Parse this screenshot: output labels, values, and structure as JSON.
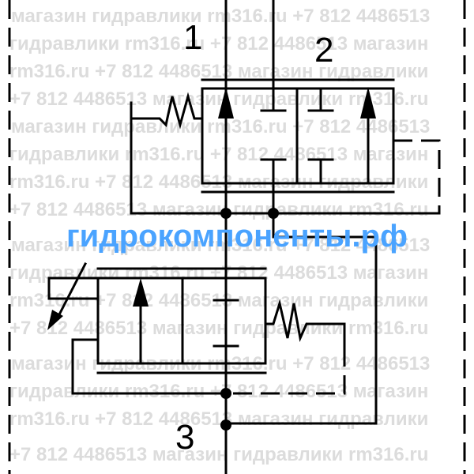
{
  "watermark": {
    "lines": [
      "магазин гидравлики rm316.ru +7 812 4486513",
      "гидравлики rm316.ru +7 812 4486513 магазин",
      "rm316.ru +7 812 4486513 магазин гидравлики",
      "+7 812 4486513 магазин гидравлики rm316.ru",
      "магазин гидравлики rm316.ru +7 812 4486513",
      "гидравлики rm316.ru +7 812 4486513 магазин",
      "rm316.ru +7 812 4486513 магазин гидравлики",
      "+7 812 4486513 магазин гидравлики rm316.ru",
      "магазин гидравлики rm316.ru +7 812 4486513",
      "гидравлики rm316.ru +7 812 4486513 магазин",
      "rm316.ru +7 812 4486513 магазин гидравлики",
      "+7 812 4486513 магазин гидравлики rm316.ru",
      "магазин гидравлики rm316.ru +7 812 4486513",
      "гидравлики rm316.ru +7 812 4486513 магазин",
      "rm316.ru +7 812 4486513 магазин гидравлики",
      "+7 812 4486513 магазин гидравлики rm316.ru"
    ]
  },
  "banner": {
    "text": "гидрокомпоненты.рф",
    "color": "#4aa3ff"
  },
  "ports": {
    "p1": "1",
    "p2": "2",
    "p3": "3"
  }
}
